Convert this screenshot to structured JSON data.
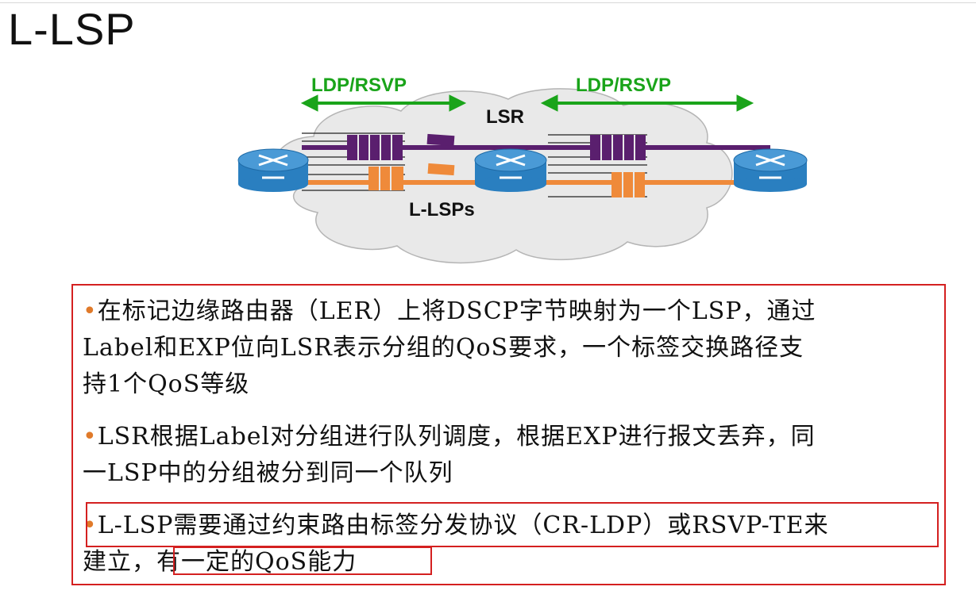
{
  "title": "L-LSP",
  "diagram": {
    "label_left": "LDP/RSVP",
    "label_right": "LDP/RSVP",
    "label_lsr": "LSR",
    "label_llsps": "L-LSPs",
    "colors": {
      "arrow": "#1aa41a",
      "purple": "#5a1f6e",
      "orange": "#ef8a3a",
      "router": "#2f86c8",
      "cloud": "#e9e9e9"
    }
  },
  "bullets": [
    {
      "lines": [
        "在标记边缘路由器（LER）上将DSCP字节映射为一个LSP，通过",
        "Label和EXP位向LSR表示分组的QoS要求，一个标签交换路径支",
        "持1个QoS等级"
      ]
    },
    {
      "lines": [
        "LSR根据Label对分组进行队列调度，根据EXP进行报文丢弃，同",
        "一LSP中的分组被分到同一个队列"
      ]
    },
    {
      "lines": [
        "L-LSP需要通过约束路由标签分发协议（CR-LDP）或RSVP-TE来",
        "建立，有一定的QoS能力"
      ]
    }
  ],
  "bullet_char": "•"
}
